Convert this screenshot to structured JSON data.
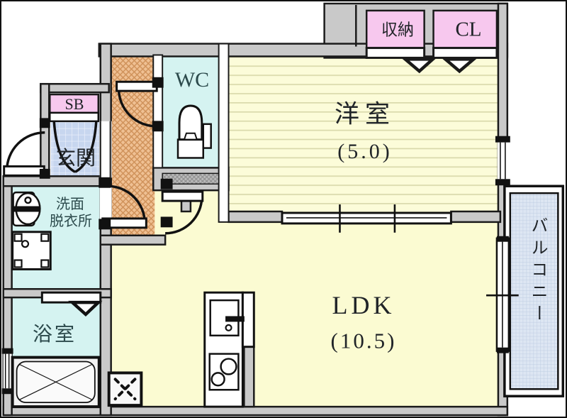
{
  "plan_title": "apartment-floor-plan",
  "rooms": {
    "closet1": {
      "label": "収納"
    },
    "closet2": {
      "label": "CL"
    },
    "western_room": {
      "label": "洋室",
      "size": "(5.0)"
    },
    "shoe_box": {
      "label": "SB"
    },
    "entrance": {
      "label": "玄関"
    },
    "toilet": {
      "label": "WC"
    },
    "washroom": {
      "label_line1": "洗面",
      "label_line2": "脱衣所"
    },
    "bathroom": {
      "label": "浴室"
    },
    "ldk": {
      "label": "LDK",
      "size": "(10.5)"
    },
    "balcony": {
      "label": "バルコニー"
    }
  },
  "colors": {
    "wall": "#c9c9c9",
    "western_room_floor": "#fcfcd9",
    "western_room_stripe": "#d9d9ab",
    "ldk_floor": "#fbfbd2",
    "hallway_floor": "#efc093",
    "hallway_hatch": "#ce9058",
    "entrance_tile": "#c7d6ef",
    "entrance_tile_line": "#e9eefa",
    "wet_area_floor": "#d5f3f1",
    "closet_fill": "#f7c8ee",
    "balcony_floor": "#dde6f3",
    "balcony_grid": "#bfcde2",
    "outline": "#1a1a1a"
  },
  "fixtures": [
    "toilet-icon",
    "washbasin-icon",
    "washing-machine-pan-icon",
    "bathtub-icon",
    "kitchen-sink-icon",
    "stove-icon",
    "refrigerator-space-icon"
  ]
}
